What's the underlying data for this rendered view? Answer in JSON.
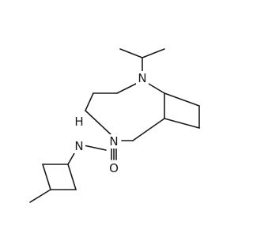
{
  "structure": {
    "atom_labels": [
      {
        "id": "n-bridge",
        "text": "N"
      },
      {
        "id": "n-ring",
        "text": "N"
      },
      {
        "id": "nh-amide",
        "text": "N"
      },
      {
        "id": "h-amide",
        "text": "H"
      },
      {
        "id": "o-carbonyl",
        "text": "O"
      }
    ],
    "colors": {
      "bond": "#1a1a1a",
      "text": "#1a1a1a",
      "background": "#ffffff"
    }
  }
}
